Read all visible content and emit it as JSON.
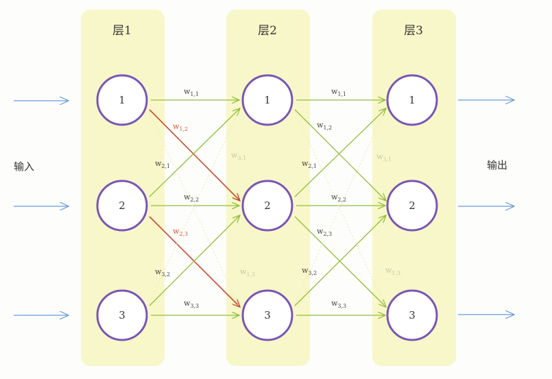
{
  "colors": {
    "panel": "#f8f7c9",
    "node_stroke": "#7a55b3",
    "node_fill": "#ffffff",
    "edge_green": "#8fbf3a",
    "edge_red": "#c84a2e",
    "io_arrow": "#6a9ad8"
  },
  "layers": [
    {
      "title": "层1",
      "nodes": [
        "1",
        "2",
        "3"
      ]
    },
    {
      "title": "层2",
      "nodes": [
        "1",
        "2",
        "3"
      ]
    },
    {
      "title": "层3",
      "nodes": [
        "1",
        "2",
        "3"
      ]
    }
  ],
  "input_label": "输入",
  "output_label": "输出",
  "weights_l1": [
    {
      "text": "w",
      "sub": "1,1"
    },
    {
      "text": "w",
      "sub": "1,2"
    },
    {
      "text": "w",
      "sub": "2,1"
    },
    {
      "text": "w",
      "sub": "2,2"
    },
    {
      "text": "w",
      "sub": "2,3"
    },
    {
      "text": "w",
      "sub": "3,2"
    },
    {
      "text": "w",
      "sub": "3,3"
    },
    {
      "text": "w",
      "sub": "3,1"
    },
    {
      "text": "w",
      "sub": "1,3"
    }
  ],
  "weights_l2": [
    {
      "text": "w",
      "sub": "1,1"
    },
    {
      "text": "w",
      "sub": "1,2"
    },
    {
      "text": "w",
      "sub": "2,1"
    },
    {
      "text": "w",
      "sub": "2,2"
    },
    {
      "text": "w",
      "sub": "2,3"
    },
    {
      "text": "w",
      "sub": "3,2"
    },
    {
      "text": "w",
      "sub": "3,3"
    },
    {
      "text": "w",
      "sub": "3,1"
    },
    {
      "text": "w",
      "sub": "1,3"
    }
  ]
}
